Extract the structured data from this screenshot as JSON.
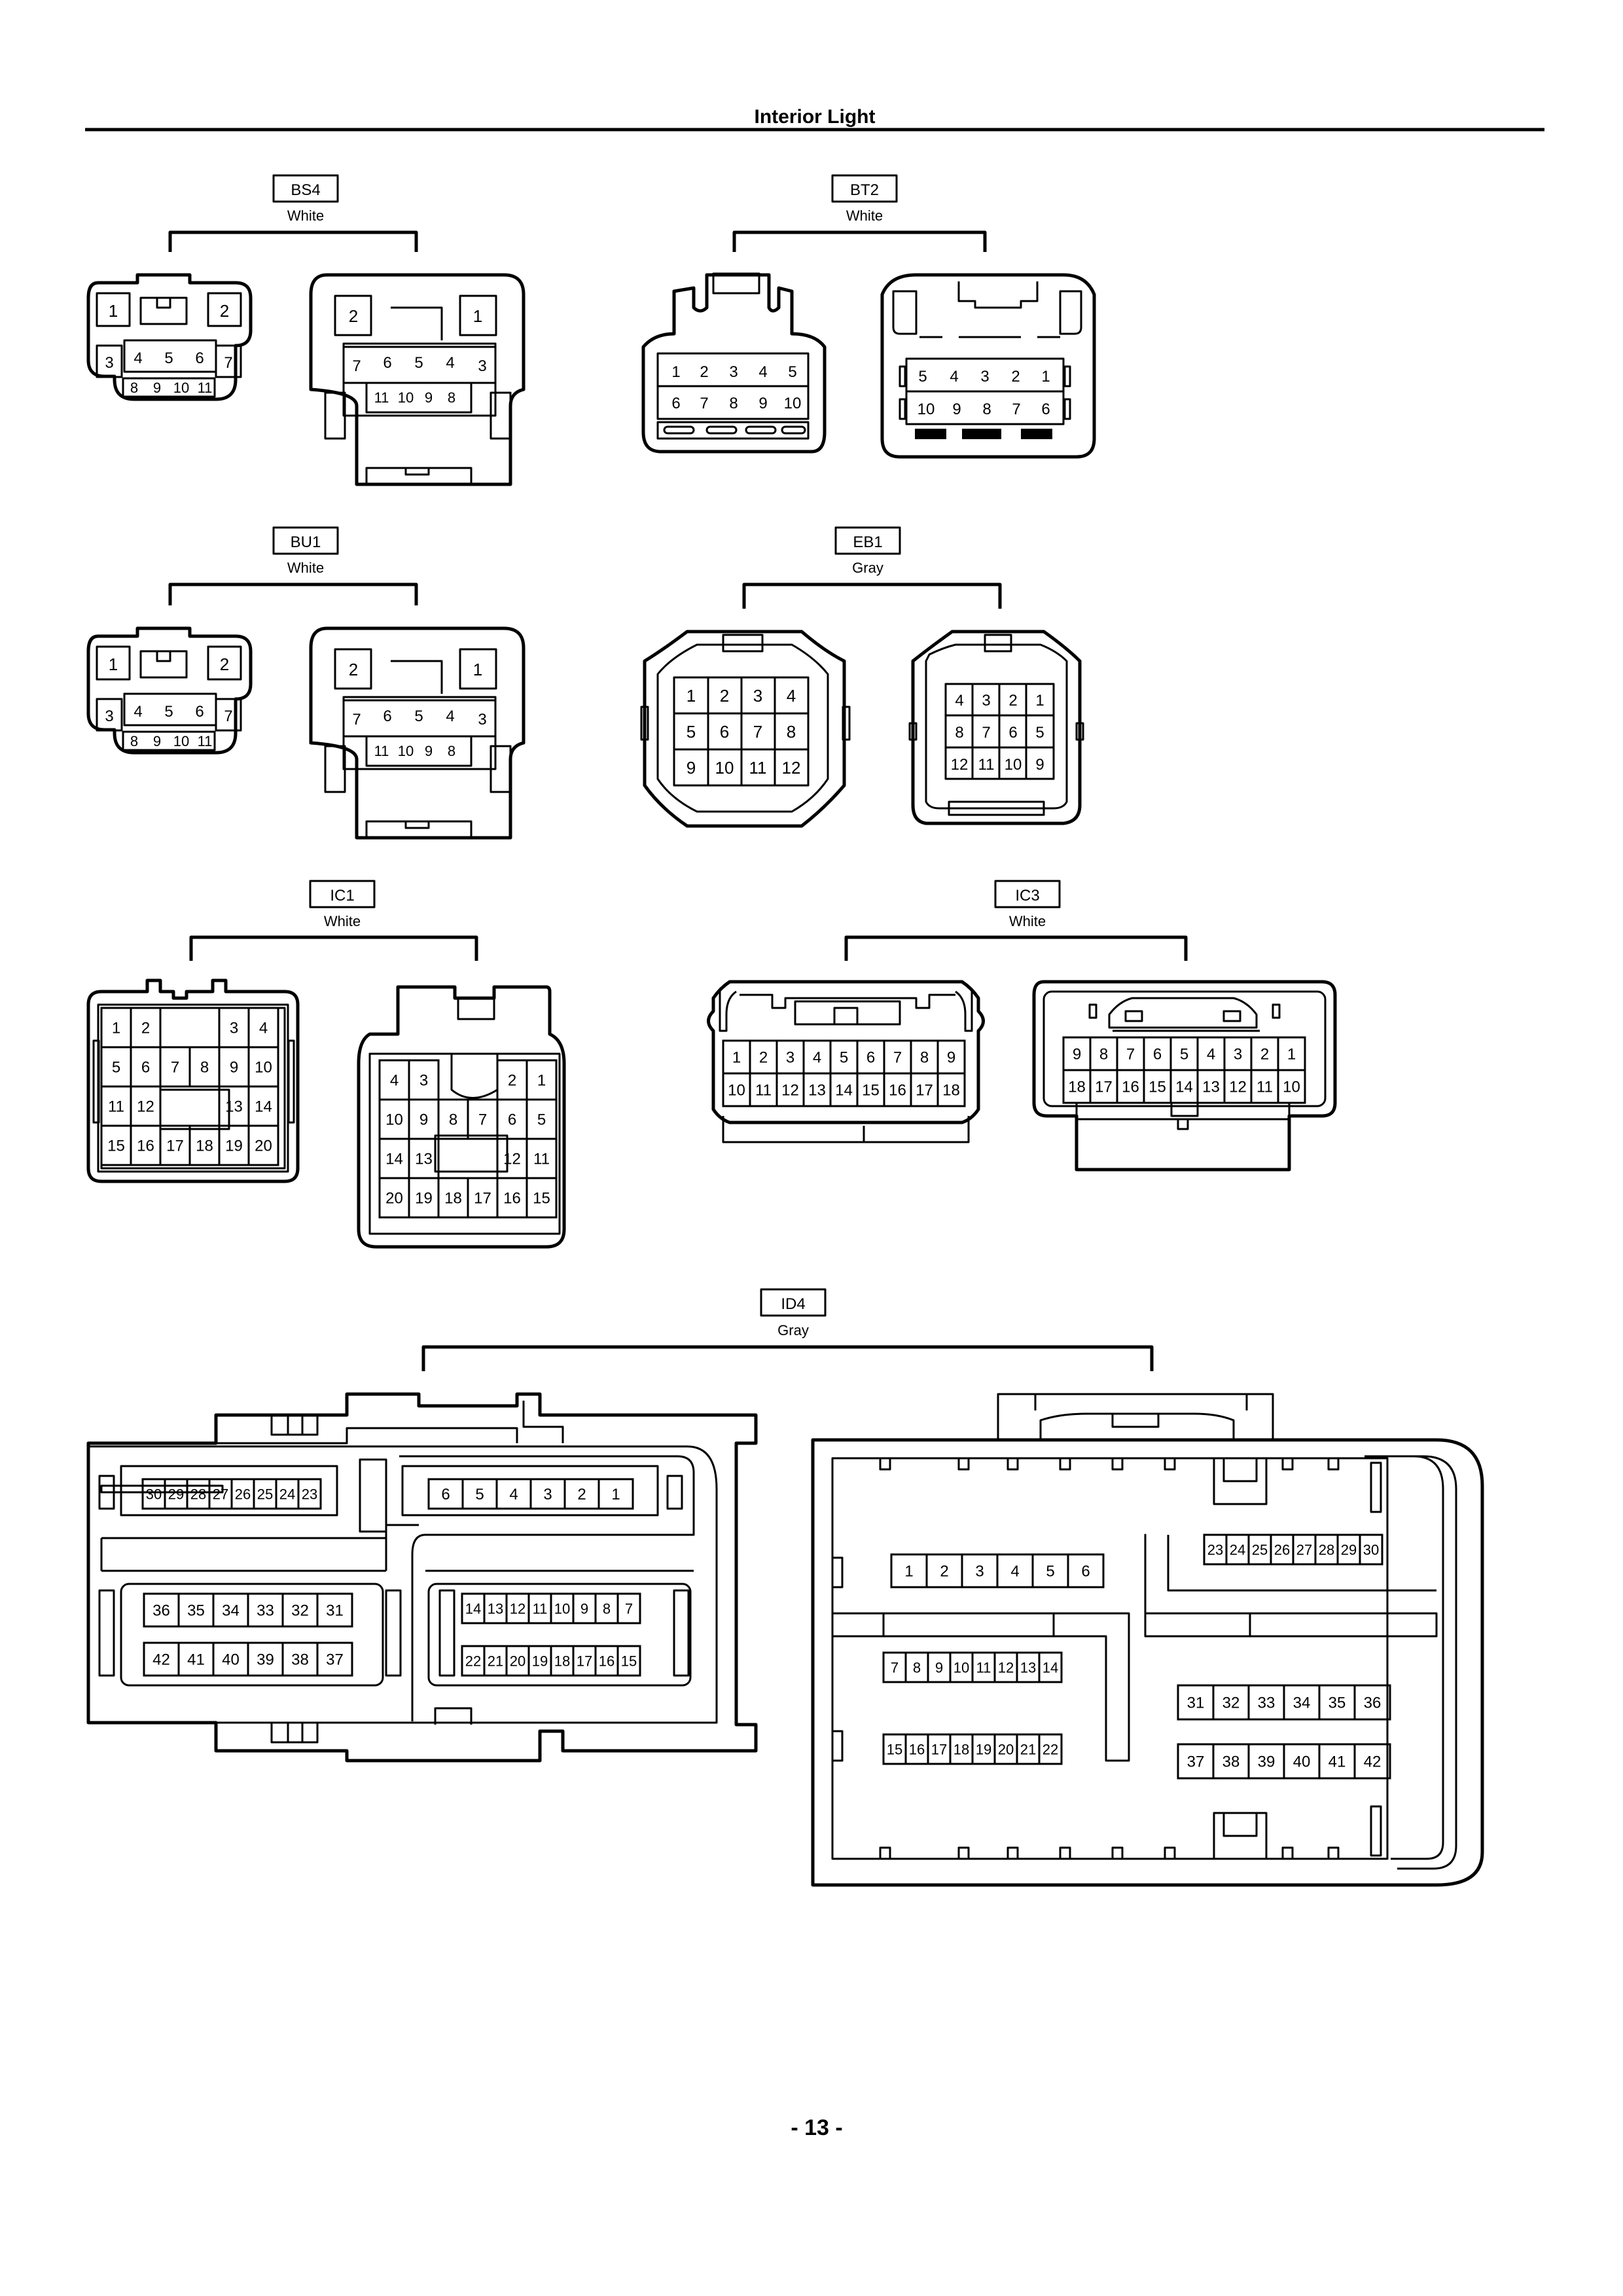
{
  "page": {
    "title": "Interior Light",
    "page_number": "- 13 -"
  },
  "connectors": [
    {
      "code": "BS4",
      "color": "White",
      "left": {
        "pins": [
          "1",
          "2",
          "3",
          "4",
          "5",
          "6",
          "7",
          "8",
          "9",
          "10",
          "11"
        ]
      },
      "right": {
        "pins": [
          "2",
          "1",
          "7",
          "6",
          "5",
          "4",
          "3",
          "11",
          "10",
          "9",
          "8"
        ]
      }
    },
    {
      "code": "BT2",
      "color": "White",
      "left": {
        "pins": [
          "1",
          "2",
          "3",
          "4",
          "5",
          "6",
          "7",
          "8",
          "9",
          "10"
        ]
      },
      "right": {
        "pins": [
          "5",
          "4",
          "3",
          "2",
          "1",
          "10",
          "9",
          "8",
          "7",
          "6"
        ]
      }
    },
    {
      "code": "BU1",
      "color": "White",
      "left": {
        "pins": [
          "1",
          "2",
          "3",
          "4",
          "5",
          "6",
          "7",
          "8",
          "9",
          "10",
          "11"
        ]
      },
      "right": {
        "pins": [
          "2",
          "1",
          "7",
          "6",
          "5",
          "4",
          "3",
          "11",
          "10",
          "9",
          "8"
        ]
      }
    },
    {
      "code": "EB1",
      "color": "Gray",
      "left": {
        "pins": [
          "1",
          "2",
          "3",
          "4",
          "5",
          "6",
          "7",
          "8",
          "9",
          "10",
          "11",
          "12"
        ]
      },
      "right": {
        "pins": [
          "4",
          "3",
          "2",
          "1",
          "8",
          "7",
          "6",
          "5",
          "12",
          "11",
          "10",
          "9"
        ]
      }
    },
    {
      "code": "IC1",
      "color": "White",
      "left": {
        "pins": [
          "1",
          "2",
          "3",
          "4",
          "5",
          "6",
          "7",
          "8",
          "9",
          "10",
          "11",
          "12",
          "13",
          "14",
          "15",
          "16",
          "17",
          "18",
          "19",
          "20"
        ]
      },
      "right": {
        "pins": [
          "4",
          "3",
          "2",
          "1",
          "10",
          "9",
          "8",
          "7",
          "6",
          "5",
          "14",
          "13",
          "12",
          "11",
          "20",
          "19",
          "18",
          "17",
          "16",
          "15"
        ]
      }
    },
    {
      "code": "IC3",
      "color": "White",
      "left": {
        "pins": [
          "1",
          "2",
          "3",
          "4",
          "5",
          "6",
          "7",
          "8",
          "9",
          "10",
          "11",
          "12",
          "13",
          "14",
          "15",
          "16",
          "17",
          "18"
        ]
      },
      "right": {
        "pins": [
          "9",
          "8",
          "7",
          "6",
          "5",
          "4",
          "3",
          "2",
          "1",
          "18",
          "17",
          "16",
          "15",
          "14",
          "13",
          "12",
          "11",
          "10"
        ]
      }
    },
    {
      "code": "ID4",
      "color": "Gray",
      "left": {
        "groups": [
          [
            "30",
            "29",
            "28",
            "27",
            "26",
            "25",
            "24",
            "23"
          ],
          [
            "6",
            "5",
            "4",
            "3",
            "2",
            "1"
          ],
          [
            "36",
            "35",
            "34",
            "33",
            "32",
            "31"
          ],
          [
            "42",
            "41",
            "40",
            "39",
            "38",
            "37"
          ],
          [
            "14",
            "13",
            "12",
            "11",
            "10",
            "9",
            "8",
            "7"
          ],
          [
            "22",
            "21",
            "20",
            "19",
            "18",
            "17",
            "16",
            "15"
          ]
        ]
      },
      "right": {
        "groups": [
          [
            "1",
            "2",
            "3",
            "4",
            "5",
            "6"
          ],
          [
            "7",
            "8",
            "9",
            "10",
            "11",
            "12",
            "13",
            "14"
          ],
          [
            "15",
            "16",
            "17",
            "18",
            "19",
            "20",
            "21",
            "22"
          ],
          [
            "23",
            "24",
            "25",
            "26",
            "27",
            "28",
            "29",
            "30"
          ],
          [
            "31",
            "32",
            "33",
            "34",
            "35",
            "36"
          ],
          [
            "37",
            "38",
            "39",
            "40",
            "41",
            "42"
          ]
        ]
      }
    }
  ]
}
